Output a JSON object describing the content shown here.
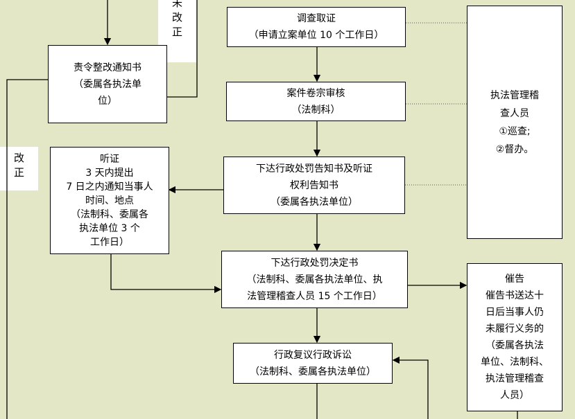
{
  "labels": {
    "uncorrected": [
      "未",
      "改",
      "正"
    ],
    "corrected": [
      "改",
      "正"
    ]
  },
  "boxes": {
    "investigate": [
      "调查取证",
      "（申请立案单位 10 个工作日）"
    ],
    "review": [
      "案件卷宗审核",
      "（法制科）"
    ],
    "notice": [
      "下达行政处罚告知书及听证",
      "权利告知书",
      "（委属各执法单位）"
    ],
    "decision": [
      "下达行政处罚决定书",
      "（法制科、委属各执法单位、执",
      "法管理稽查人员 15 个工作日）"
    ],
    "appeal": [
      "行政复议行政诉讼",
      "（法制科、委属各执法单位）"
    ],
    "rectify": [
      "责令整改通知书",
      "（委属各执法单",
      "位）"
    ],
    "hearing": [
      "听证",
      "3 天内提出",
      "7 日之内通知当事人",
      "时间、地点",
      "（法制科、委属各",
      "执法单位 3 个",
      "工作日）"
    ],
    "inspector": [
      "执法管理稽",
      "查人员",
      "①巡查;",
      "②督办。"
    ],
    "urge": [
      "催告",
      "催告书送达十",
      "日后当事人仍",
      "未履行义务的",
      "（委属各执法",
      "单位、法制科、",
      "执法管理稽查",
      "人员）"
    ]
  }
}
